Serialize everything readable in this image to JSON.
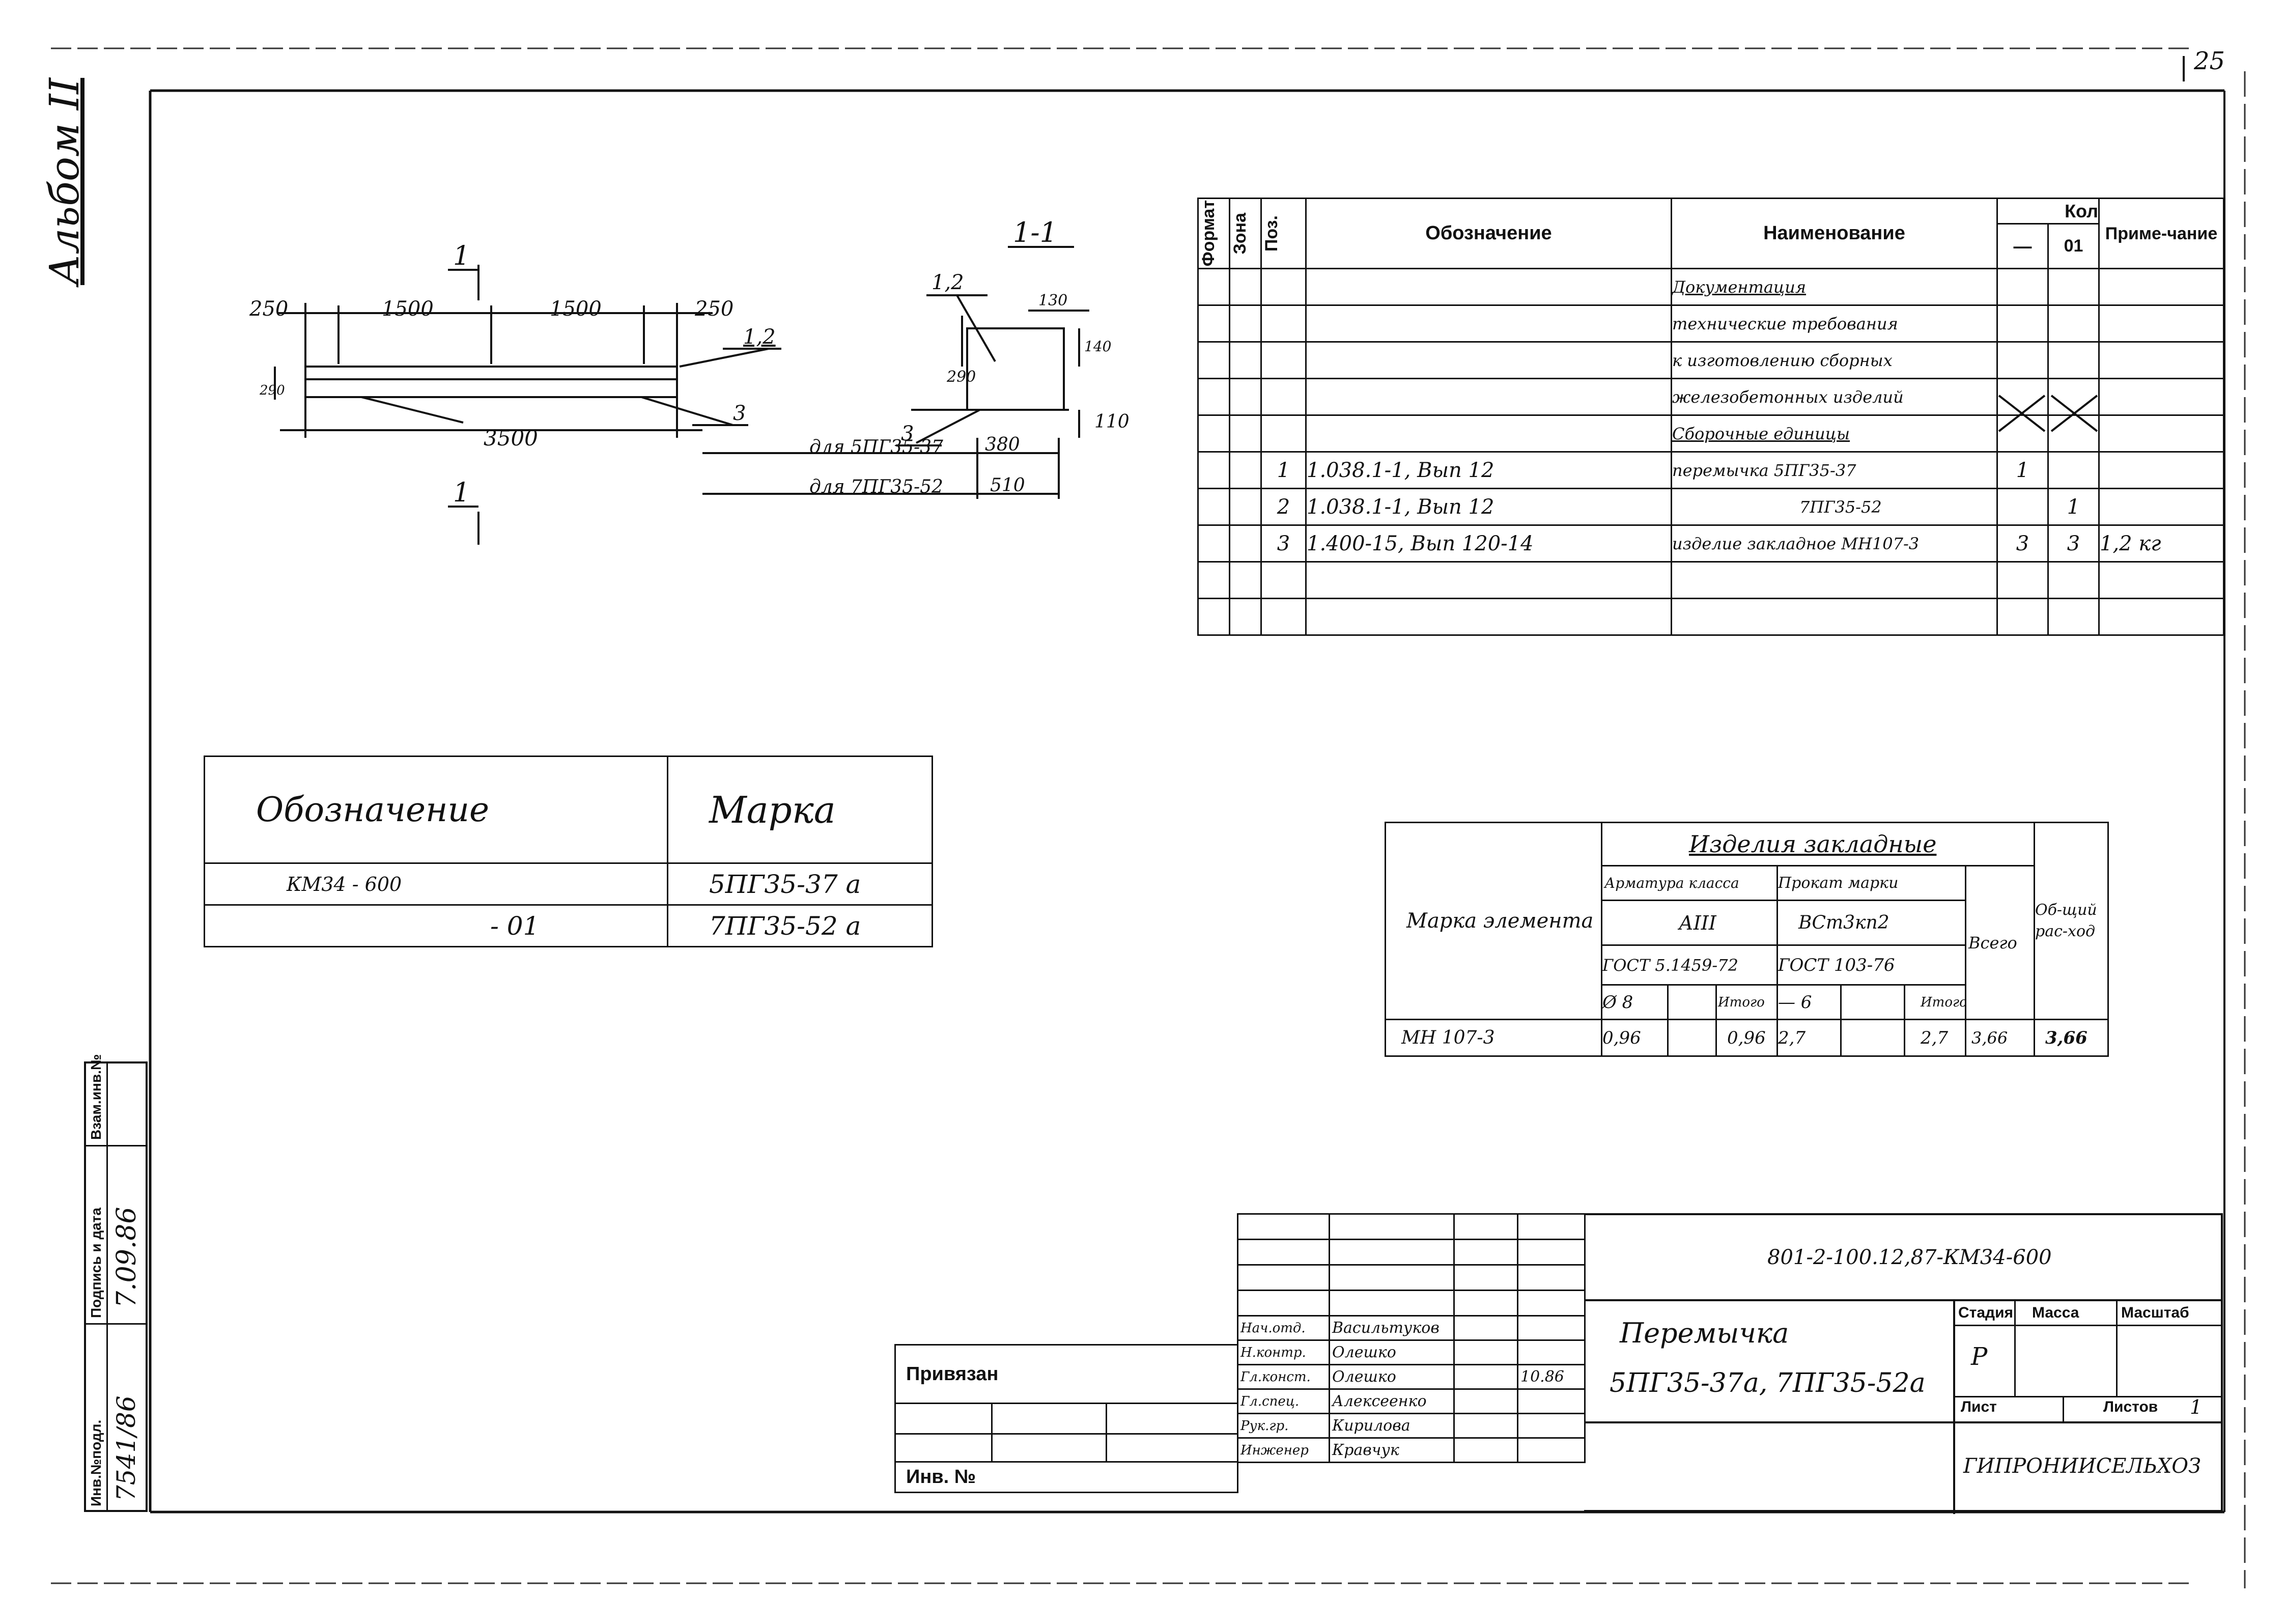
{
  "page_number": "25",
  "album_label": "Альбом II",
  "drawing": {
    "section_title": "1-1",
    "section_marker": "1",
    "dims_top": [
      "250",
      "1500",
      "1500",
      "250"
    ],
    "dim_total": "3500",
    "dim_height": "290",
    "leader_1_2": "1,2",
    "leader_3": "3",
    "section_dims": {
      "top": "130",
      "side": "290",
      "right": "140",
      "bottom": "110"
    },
    "for_rows": [
      {
        "label": "для 5ПГ35-37",
        "value": "380"
      },
      {
        "label": "для 7ПГ35-52",
        "value": "510"
      }
    ]
  },
  "spec_table": {
    "headers": {
      "format": "Формат",
      "zone": "Зона",
      "pos": "Поз.",
      "designation": "Обозначение",
      "name": "Наименование",
      "qty": "Кол",
      "qty_a": "—",
      "qty_b": "01",
      "note": "Приме-чание"
    },
    "rows": [
      {
        "pos": "",
        "designation": "",
        "name": "Документация",
        "q1": "",
        "q2": "",
        "note": ""
      },
      {
        "pos": "",
        "designation": "",
        "name": "технические требования",
        "q1": "",
        "q2": "",
        "note": ""
      },
      {
        "pos": "",
        "designation": "",
        "name": "к изготовлению сборных",
        "q1": "",
        "q2": "",
        "note": ""
      },
      {
        "pos": "",
        "designation": "",
        "name": "железобетонных изделий",
        "q1": "",
        "q2": "",
        "note": ""
      },
      {
        "pos": "",
        "designation": "",
        "name": "Сборочные единицы",
        "q1": "",
        "q2": "",
        "note": ""
      },
      {
        "pos": "1",
        "designation": "1.038.1-1, Вып 12",
        "name": "перемычка 5ПГ35-37",
        "q1": "1",
        "q2": "",
        "note": ""
      },
      {
        "pos": "2",
        "designation": "1.038.1-1, Вып 12",
        "name": "7ПГ35-52",
        "q1": "",
        "q2": "1",
        "note": ""
      },
      {
        "pos": "3",
        "designation": "1.400-15, Вып 120-14",
        "name": "изделие закладное МН107-3",
        "q1": "3",
        "q2": "3",
        "note": "1,2 кг"
      },
      {
        "pos": "",
        "designation": "",
        "name": "",
        "q1": "",
        "q2": "",
        "note": ""
      },
      {
        "pos": "",
        "designation": "",
        "name": "",
        "q1": "",
        "q2": "",
        "note": ""
      }
    ]
  },
  "marks_table": {
    "header_designation": "Обозначение",
    "header_mark": "Марка",
    "rows": [
      {
        "designation": "КМ34 - 600",
        "mark": "5ПГ35-37 а"
      },
      {
        "designation": "- 01",
        "mark": "7ПГ35-52 а"
      }
    ]
  },
  "embedded_table": {
    "title": "Изделия закладные",
    "element_mark_header": "Марка элемента",
    "rebar_class": "Арматура класса",
    "rebar_grade": "АIII",
    "rebar_gost": "ГОСТ 5.1459-72",
    "rolled": "Прокат марки",
    "rolled_grade": "ВСт3кп2",
    "rolled_gost": "ГОСТ 103-76",
    "total_header": "Всего",
    "overall_header": "Об-щий рас-ход",
    "sub_d8": "Ø 8",
    "sub_itogo1": "Итого",
    "sub_minus6": "— 6",
    "sub_itogo2": "Итого",
    "row": {
      "mark": "МН 107-3",
      "d8": "0,96",
      "itogo1": "0,96",
      "m6": "2,7",
      "itogo2": "2,7",
      "total": "3,66",
      "overall": "3,66"
    }
  },
  "title_block": {
    "code": "801-2-100.12,87-КМ34-600",
    "title_line1": "Перемычка",
    "title_line2": "5ПГ35-37а, 7ПГ35-52а",
    "stage_header": "Стадия",
    "mass_header": "Масса",
    "scale_header": "Масштаб",
    "stage_value": "Р",
    "sheet_label": "Лист",
    "sheets_label": "Листов",
    "sheets_value": "1",
    "org": "ГИПРОНИИСЕЛЬХОЗ",
    "privyazan": "Привязан",
    "inv_no": "Инв. №",
    "date": "10.86",
    "roles": [
      {
        "role": "Нач.отд.",
        "name": "Васильтуков"
      },
      {
        "role": "Н.контр.",
        "name": "Олешко"
      },
      {
        "role": "Гл.конст.",
        "name": "Олешко"
      },
      {
        "role": "Гл.спец.",
        "name": "Алексеенко"
      },
      {
        "role": "Рук.гр.",
        "name": "Кирилова"
      },
      {
        "role": "Инженер",
        "name": "Кравчук"
      }
    ]
  },
  "side_stamp": {
    "inv_orig": "Инв.№подл.",
    "sign_date": "Подпись и дата",
    "replace_inv": "Взам.инв.№",
    "inv_value": "7541/86",
    "date_value": "7.09.86"
  }
}
